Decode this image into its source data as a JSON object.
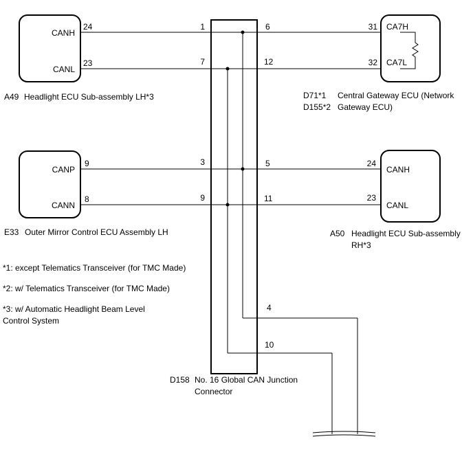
{
  "ecus": {
    "lh_headlight": {
      "pin_hi": "CANH",
      "pin_lo": "CANL",
      "num_hi": "24",
      "num_lo": "23",
      "label_code": "A49",
      "label_name": "Headlight ECU Sub-assembly LH*3"
    },
    "gateway": {
      "pin_hi": "CA7H",
      "pin_lo": "CA7L",
      "num_hi": "31",
      "num_lo": "32",
      "label_code_1": "D71*1",
      "label_code_2": "D155*2",
      "label_name_1": "Central Gateway ECU (Network",
      "label_name_2": "Gateway ECU)"
    },
    "mirror": {
      "pin_hi": "CANP",
      "pin_lo": "CANN",
      "num_hi": "9",
      "num_lo": "8",
      "label_code": "E33",
      "label_name": "Outer Mirror Control ECU Assembly LH"
    },
    "rh_headlight": {
      "pin_hi": "CANH",
      "pin_lo": "CANL",
      "num_hi": "24",
      "num_lo": "23",
      "label_code": "A50",
      "label_name_1": "Headlight ECU Sub-assembly",
      "label_name_2": "RH*3"
    }
  },
  "junction": {
    "pin_left_1": "1",
    "pin_left_7": "7",
    "pin_left_3": "3",
    "pin_left_9": "9",
    "pin_right_6": "6",
    "pin_right_12": "12",
    "pin_right_5": "5",
    "pin_right_11": "11",
    "pin_right_4": "4",
    "pin_right_10": "10",
    "label_code": "D158",
    "label_name_1": "No. 16 Global CAN Junction",
    "label_name_2": "Connector"
  },
  "notes": [
    "*1: except Telematics Transceiver (for TMC Made)",
    "*2: w/ Telematics Transceiver (for TMC Made)",
    "*3: w/ Automatic Headlight Beam Level",
    "Control System"
  ]
}
